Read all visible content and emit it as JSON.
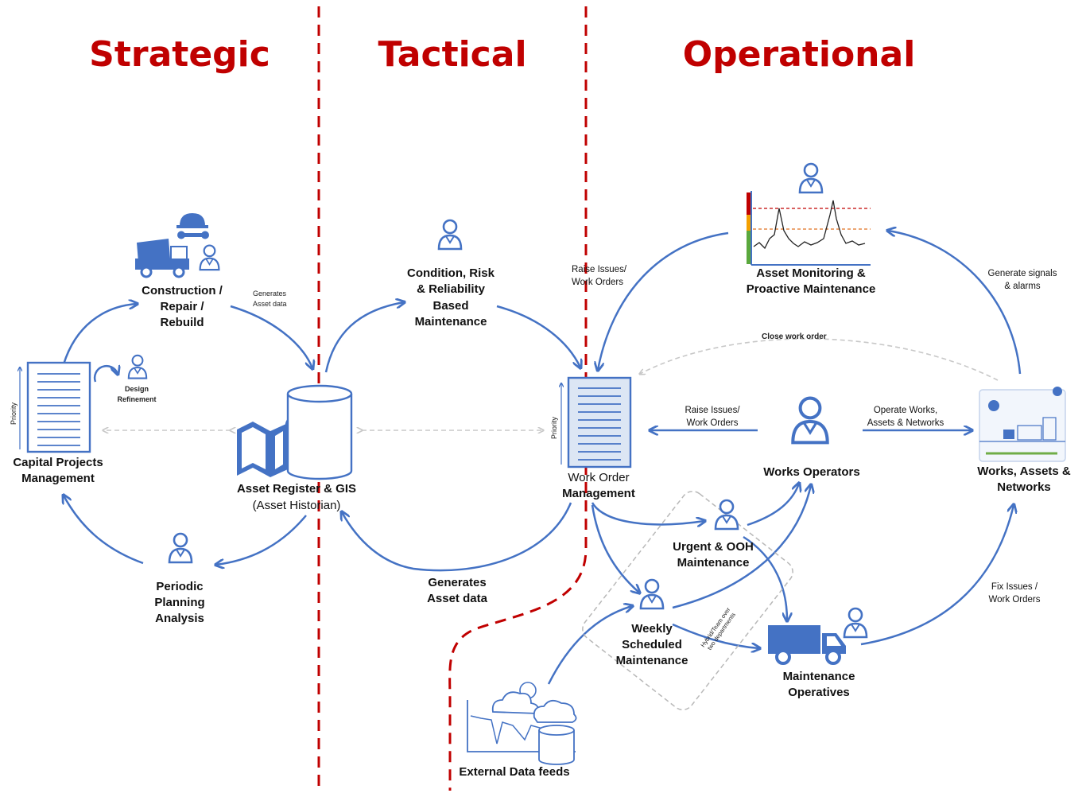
{
  "sections": {
    "strategic": "Strategic",
    "tactical": "Tactical",
    "operational": "Operational"
  },
  "nodes": {
    "construction": [
      "Construction /",
      "Repair /",
      "Rebuild"
    ],
    "capital_projects": [
      "Capital Projects",
      "Management"
    ],
    "design_refinement": [
      "Design",
      "Refinement"
    ],
    "periodic_planning": [
      "Periodic",
      "Planning",
      "Analysis"
    ],
    "asset_register": [
      "Asset Register & GIS",
      "(Asset Historian)"
    ],
    "condition_risk": [
      "Condition, Risk",
      "& Reliability",
      "Based",
      "Maintenance"
    ],
    "work_order": [
      "Work Order",
      "Management"
    ],
    "asset_monitoring": [
      "Asset Monitoring &",
      "Proactive Maintenance"
    ],
    "works_operators": "Works Operators",
    "works_assets": [
      "Works, Assets &",
      "Networks"
    ],
    "urgent_ooh": [
      "Urgent & OOH",
      "Maintenance"
    ],
    "weekly_scheduled": [
      "Weekly",
      "Scheduled",
      "Maintenance"
    ],
    "maintenance_operatives": [
      "Maintenance",
      "Operatives"
    ],
    "external_data": "External Data feeds"
  },
  "edge_labels": {
    "generates_asset_data_small": [
      "Generates",
      "Asset data"
    ],
    "generates_asset_data": [
      "Generates",
      "Asset data"
    ],
    "raise_issues_top": [
      "Raise Issues/",
      "Work Orders"
    ],
    "raise_issues_mid": [
      "Raise Issues/",
      "Work Orders"
    ],
    "generate_signals": [
      "Generate signals",
      "& alarms"
    ],
    "close_work_order": "Close work order",
    "operate_works": [
      "Operate Works,",
      "Assets & Networks"
    ],
    "fix_issues": [
      "Fix Issues /",
      "Work Orders"
    ],
    "hybrid_team": [
      "Hybrid/Team over",
      "two departments"
    ]
  },
  "axis_labels": {
    "priority_left": "Priority",
    "priority_wo": "Priority"
  },
  "colors": {
    "accent_blue": "#4472c4",
    "section_red": "#c00000",
    "guide_gray": "#c8c8c8"
  },
  "icons": [
    "person-icon",
    "truck-icon",
    "cement-mixer-icon",
    "hard-hat-icon",
    "wrench-icon",
    "database-icon",
    "map-icon",
    "map-pin-icon",
    "document-list-icon",
    "refresh-icon",
    "weather-icon",
    "sensor-chart-icon",
    "plant-icon"
  ]
}
